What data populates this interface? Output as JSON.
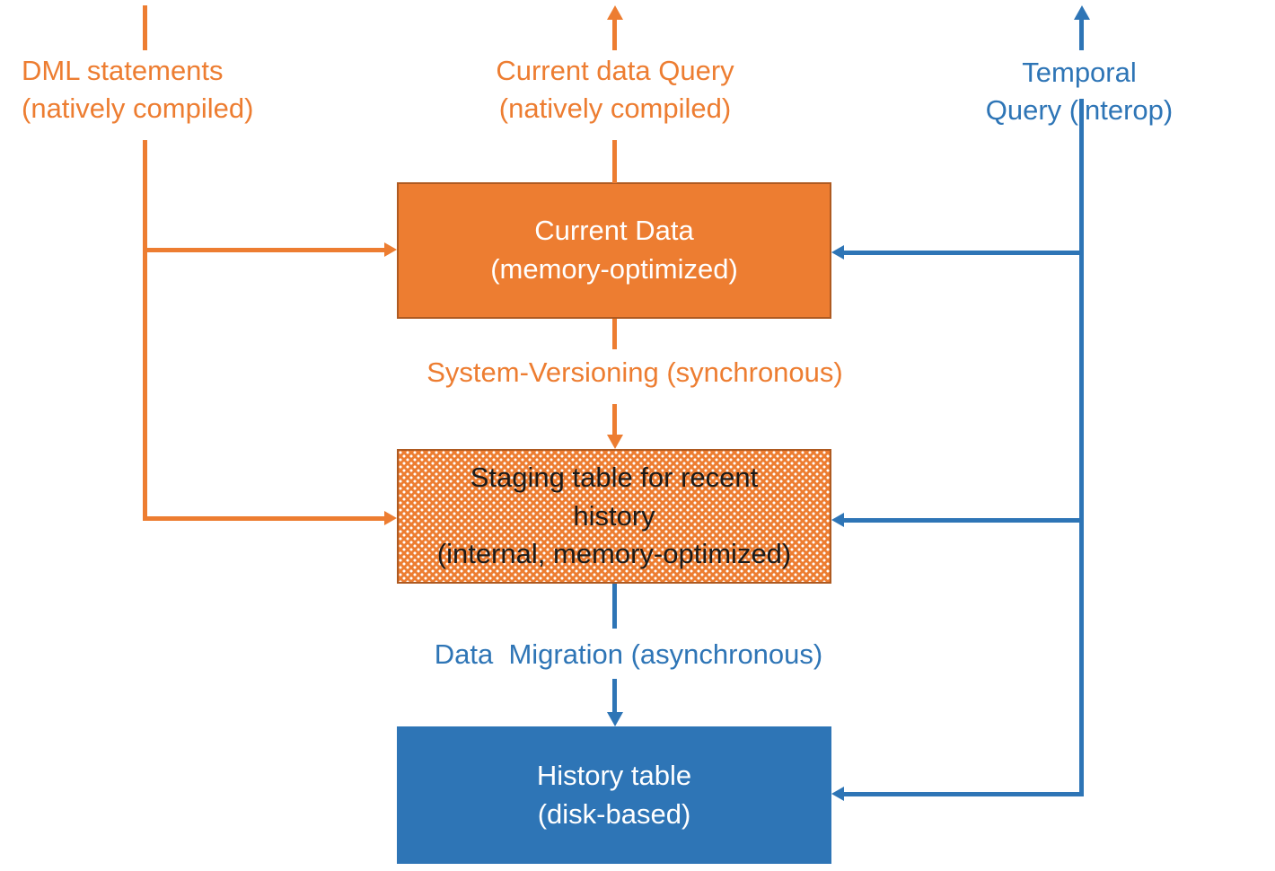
{
  "colors": {
    "orange": "#ED7D31",
    "orange_border": "#AE5A21",
    "blue": "#2E75B6",
    "staging_text": "#1A1A1A"
  },
  "labels": {
    "dml": "DML statements\n(natively compiled)",
    "current_query": "Current data Query\n(natively compiled)",
    "temporal_query": "Temporal Query (interop)",
    "system_versioning": "System-Versioning (synchronous)",
    "data_migration": "Data  Migration (asynchronous)"
  },
  "nodes": {
    "current_data": "Current Data\n(memory-optimized)",
    "staging": "Staging table for recent\nhistory\n(internal, memory-optimized)",
    "history": "History table\n(disk-based)"
  }
}
